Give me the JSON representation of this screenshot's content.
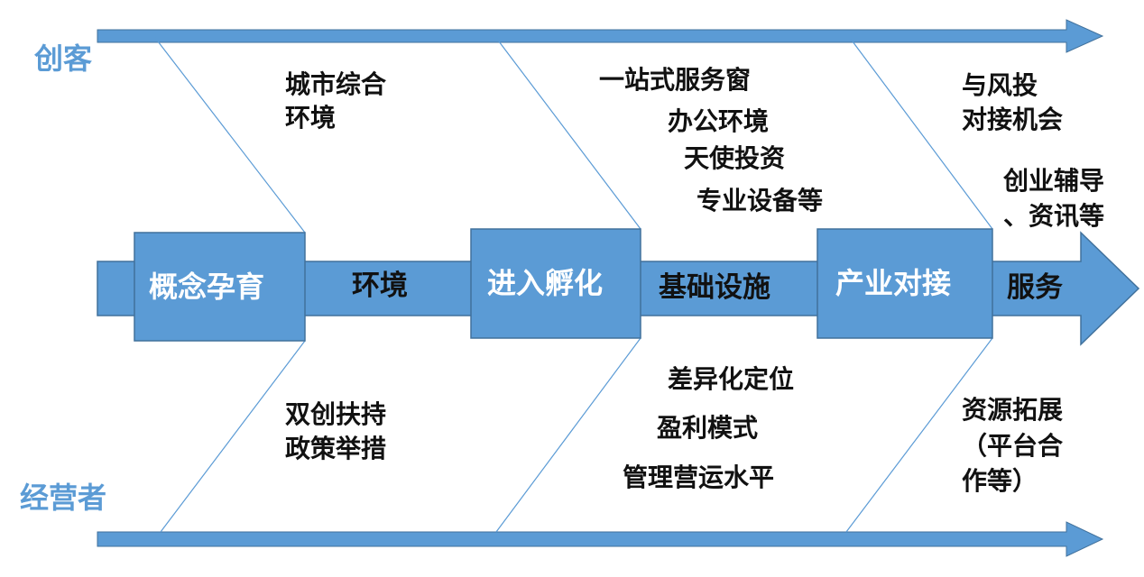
{
  "labels": {
    "top_side": "创客",
    "bottom_side": "经营者"
  },
  "stages": [
    {
      "box": "概念孕育",
      "bar": "环境"
    },
    {
      "box": "进入孵化",
      "bar": "基础设施"
    },
    {
      "box": "产业对接",
      "bar": "服务"
    }
  ],
  "top_notes": {
    "stage1": [
      "城市综合",
      "环境"
    ],
    "stage2": [
      "一站式服务窗",
      "办公环境",
      "天使投资",
      "专业设备等"
    ],
    "stage3": [
      "与风投",
      "对接机会",
      "创业辅导",
      "、资讯等"
    ]
  },
  "bottom_notes": {
    "stage1": [
      "双创扶持",
      "政策举措"
    ],
    "stage2": [
      "差异化定位",
      "盈利模式",
      "管理营运水平"
    ],
    "stage3": [
      "资源拓展",
      "（平台合",
      "作等）"
    ]
  },
  "colors": {
    "arrow_fill": "#5b9bd5",
    "arrow_stroke": "#41719c",
    "line": "#5b9bd5",
    "side_text": "#5b9bd5"
  }
}
